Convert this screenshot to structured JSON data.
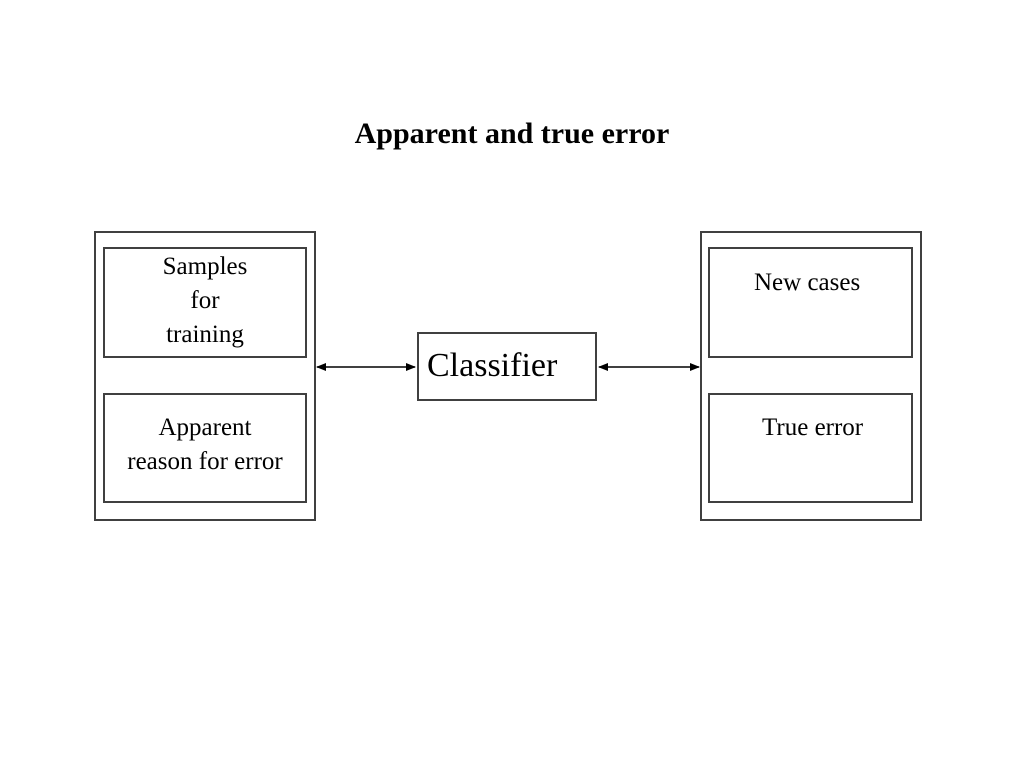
{
  "title": "Apparent and true error",
  "left_panel": {
    "top_box": [
      "Samples",
      "for",
      "training"
    ],
    "bottom_box": [
      "Apparent",
      "reason for error"
    ]
  },
  "center": {
    "label": "Classifier"
  },
  "right_panel": {
    "top_box": "New cases",
    "bottom_box": "True error"
  },
  "colors": {
    "stroke": "#404040",
    "text": "#000000",
    "background": "#ffffff"
  }
}
